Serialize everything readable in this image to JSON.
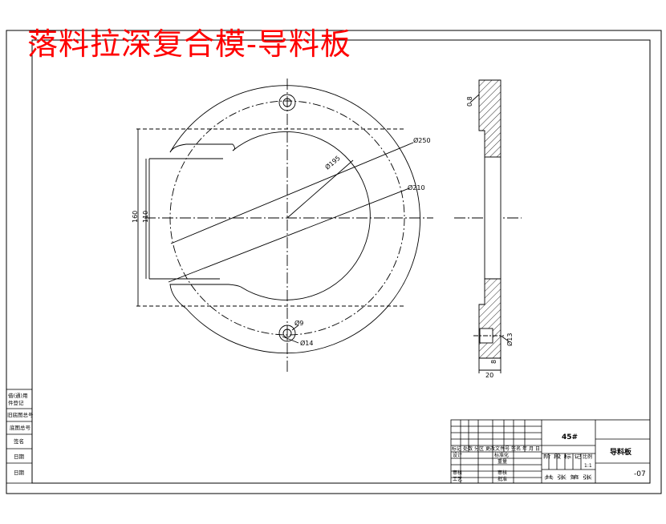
{
  "title": "落料拉深复合模-导料板",
  "colors": {
    "title": "#ff0000",
    "line": "#000000",
    "paper": "#ffffff"
  },
  "dimensions": {
    "d250": "Ø250",
    "d195": "Ø195",
    "d210": "Ø210",
    "d9": "Ø9",
    "d14": "Ø14",
    "h160": "160",
    "h110": "110",
    "t20": "20",
    "r08": "0.8",
    "a13": "Ø13",
    "small8": "8"
  },
  "side_panel": {
    "row1": "借(通)用",
    "row2": "件登记",
    "row3": "旧底图总号",
    "row4": "底图总号",
    "row5": "签名",
    "row6": "日期",
    "row7": "日期"
  },
  "title_block": {
    "material": "45#",
    "part_name": "导料板",
    "drawing_no": "-07",
    "scale": "1:1",
    "header_row": "标记 处数 分区 更改文件号 签名 年 月 日",
    "design": "设计",
    "standardize": "标准化",
    "review_stage": "阶 段 标 记",
    "weight": "重量",
    "scale_label": "比例",
    "check": "审核",
    "process": "工艺",
    "approve": "批准",
    "sheets": "共 张 第 张",
    "audit": "审核"
  }
}
